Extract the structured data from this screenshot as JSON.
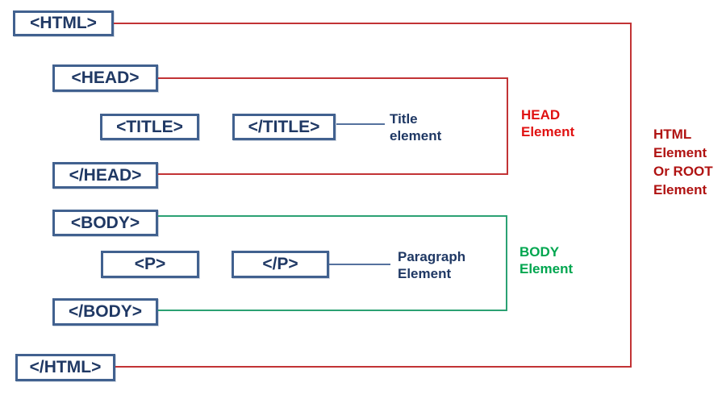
{
  "diagram": {
    "boxes": {
      "html_open": "<HTML>",
      "head_open": "<HEAD>",
      "title_open": "<TITLE>",
      "title_close": "</TITLE>",
      "head_close": "</HEAD>",
      "body_open": "<BODY>",
      "p_open": "<P>",
      "p_close": "</P>",
      "body_close": "</BODY>",
      "html_close": "</HTML>"
    },
    "labels": {
      "title_element": "Title\nelement",
      "paragraph_element": "Paragraph\nElement",
      "head_element": "HEAD\nElement",
      "body_element": "BODY\nElement",
      "html_element": "HTML\nElement\nOr ROOT\nElement"
    },
    "colors": {
      "box_border": "#41618F",
      "box_text": "#1F3864",
      "red_line": "#C23335",
      "red_label": "#E01212",
      "dark_red_label": "#B01312",
      "green_line": "#2BA173",
      "green_label": "#00A64F",
      "connector_blue": "#55719E"
    }
  }
}
